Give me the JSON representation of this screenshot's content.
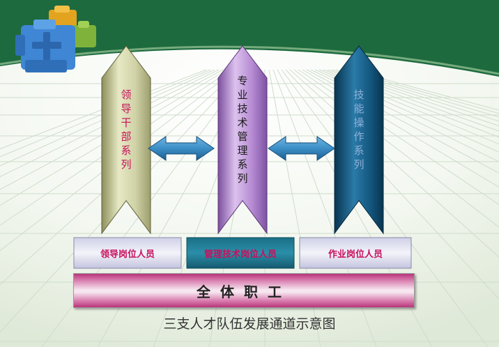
{
  "columns": [
    {
      "id": "leader",
      "label_chars": [
        "领",
        "导",
        "干",
        "部",
        "系",
        "列"
      ],
      "text_color": "#c8105c"
    },
    {
      "id": "tech",
      "label_chars": [
        "专",
        "业",
        "技",
        "术",
        "管",
        "理",
        "系",
        "列"
      ],
      "text_color": "#1a1a1a"
    },
    {
      "id": "skill",
      "label_chars": [
        "技",
        "能",
        "操",
        "作",
        "系",
        "列"
      ],
      "text_color": "#8fb0d8"
    }
  ],
  "positions": [
    {
      "id": "leader",
      "label": "领导岗位人员",
      "text_color": "#c8105c"
    },
    {
      "id": "tech",
      "label": "管理技术岗位人员",
      "text_color": "#c8105c"
    },
    {
      "id": "skill",
      "label": "作业岗位人员",
      "text_color": "#c8105c"
    }
  ],
  "base": {
    "label": "全体职工"
  },
  "caption": "三支人才队伍发展通道示意图",
  "colors": {
    "leader": "#cfd1a6",
    "tech": "#b58ad2",
    "skill": "#12557c",
    "arrow": "#3c8ec6",
    "background_green": "#1d6a3e"
  }
}
